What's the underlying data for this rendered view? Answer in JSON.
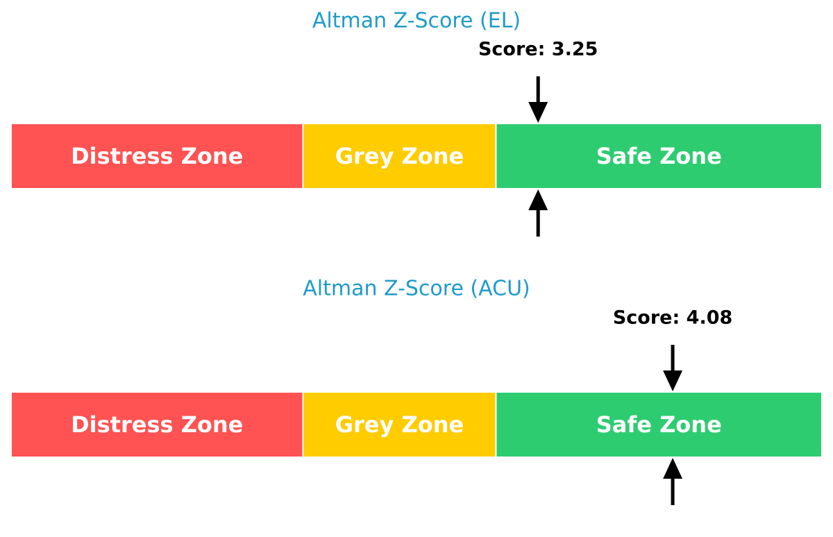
{
  "chart_data": [
    {
      "type": "gauge",
      "title": "Altman Z-Score (EL)",
      "score": 3.25,
      "score_label": "Score: 3.25",
      "xlim": [
        0,
        5
      ],
      "zones": [
        {
          "name": "Distress Zone",
          "start": 0,
          "end": 1.8,
          "color": "#ff5252"
        },
        {
          "name": "Grey Zone",
          "start": 1.8,
          "end": 2.99,
          "color": "#ffcc00"
        },
        {
          "name": "Safe Zone",
          "start": 2.99,
          "end": 5,
          "color": "#2ecc71"
        }
      ]
    },
    {
      "type": "gauge",
      "title": "Altman Z-Score (ACU)",
      "score": 4.08,
      "score_label": "Score: 4.08",
      "xlim": [
        0,
        5
      ],
      "zones": [
        {
          "name": "Distress Zone",
          "start": 0,
          "end": 1.8,
          "color": "#ff5252"
        },
        {
          "name": "Grey Zone",
          "start": 1.8,
          "end": 2.99,
          "color": "#ffcc00"
        },
        {
          "name": "Safe Zone",
          "start": 2.99,
          "end": 5,
          "color": "#2ecc71"
        }
      ]
    }
  ],
  "colors": {
    "title": "#1f9bc9",
    "zone_text": "#ffffff",
    "marker": "#000000",
    "score_text": "#000000"
  }
}
